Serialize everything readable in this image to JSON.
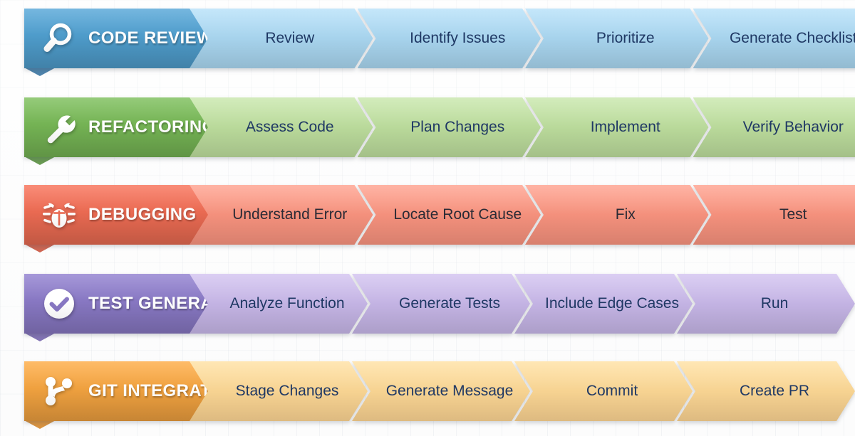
{
  "diagram": {
    "type": "process-ribbon-rows",
    "background": "grid-paper",
    "rows": [
      {
        "id": "code-review",
        "label": "CODE REVIEW",
        "icon": "magnifier-icon",
        "label_color": "#4e9ccb",
        "label_color_dark": "#2f80b4",
        "step_color": "#a6d2ec",
        "step_text_color": "#1f3864",
        "fold_color": "#2f6f9e",
        "steps": [
          "Review",
          "Identify Issues",
          "Prioritize",
          "Generate Checklist"
        ],
        "bleed": true
      },
      {
        "id": "refactoring",
        "label": "REFACTORING",
        "icon": "wrench-icon",
        "label_color": "#74b354",
        "label_color_dark": "#5a9b3d",
        "step_color": "#b9d99a",
        "step_text_color": "#1f3864",
        "fold_color": "#4f8a35",
        "steps": [
          "Assess Code",
          "Plan Changes",
          "Implement",
          "Verify Behavior"
        ],
        "bleed": true
      },
      {
        "id": "debugging",
        "label": "DEBUGGING",
        "icon": "bug-icon",
        "label_color": "#ea6a52",
        "label_color_dark": "#d9543c",
        "step_color": "#f4907c",
        "step_text_color": "#2b2b35",
        "fold_color": "#c74b35",
        "steps": [
          "Understand Error",
          "Locate Root Cause",
          "Fix",
          "Test"
        ],
        "bleed": true
      },
      {
        "id": "test-generation",
        "label": "TEST GENERATION",
        "icon": "check-circle-icon",
        "label_color": "#8878c3",
        "label_color_dark": "#7565b4",
        "step_color": "#c3b3e3",
        "step_text_color": "#1f3864",
        "fold_color": "#6d5ca8",
        "steps": [
          "Analyze Function",
          "Generate Tests",
          "Include Edge Cases",
          "Run"
        ],
        "bleed": false
      },
      {
        "id": "git-integration",
        "label": "GIT INTEGRATION",
        "icon": "git-branch-icon",
        "label_color": "#f0a13f",
        "label_color_dark": "#e08c25",
        "step_color": "#fbd291",
        "step_text_color": "#1f3864",
        "fold_color": "#d2801f",
        "steps": [
          "Stage Changes",
          "Generate Message",
          "Commit",
          "Create PR"
        ],
        "bleed": false
      }
    ]
  }
}
